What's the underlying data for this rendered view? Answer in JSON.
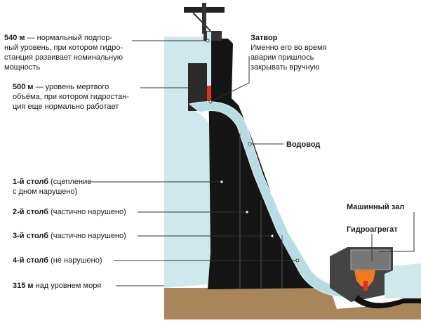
{
  "labels": {
    "level540_value": "540 м",
    "level540_text1": " — нормальный подпор-",
    "level540_text2": "ный уровень, при котором гидро-",
    "level540_text3": "станция развивает номинальную",
    "level540_text4": "мощность",
    "level500_value": "500 м",
    "level500_text1": " — уровень мертвого",
    "level500_text2": "объёма, при котором гидростан-",
    "level500_text3": "ция еще нормально работает",
    "col1_name": "1-й столб",
    "col1_text1": " (сцепление",
    "col1_text2": "с дном нарушено)",
    "col2_name": "2-й столб",
    "col2_text": " (частично нарушено)",
    "col3_name": "3-й столб",
    "col3_text": " (частично нарушено)",
    "col4_name": "4-й столб",
    "col4_text": " (не нарушено)",
    "level315_value": "315 м",
    "level315_text": " над уровнем моря",
    "gate_title": "Затвор",
    "gate_text1": "Именно его во время",
    "gate_text2": "аварии пришлось",
    "gate_text3": "закрывать вручную",
    "conduit": "Водовод",
    "machine_hall": "Машинный зал",
    "hydro_unit": "Гидроагрегат"
  },
  "colors": {
    "water": "#cfe8ec",
    "dam": "#151515",
    "conduit": "#b7dde3",
    "ground": "#a8865a",
    "leader": "#333333",
    "gate_red": "#e0301e",
    "turbine_orange": "#f07a1e"
  }
}
